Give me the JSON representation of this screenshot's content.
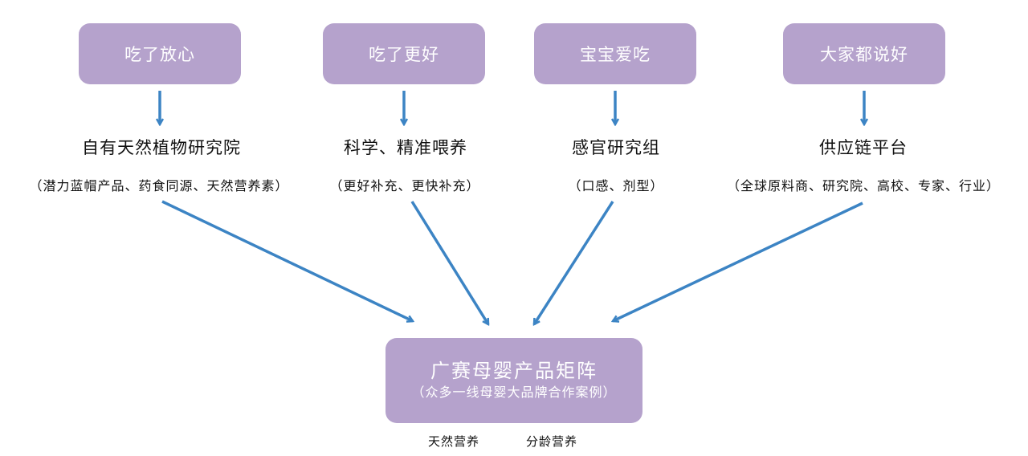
{
  "columns": [
    {
      "box": "吃了放心",
      "title": "自有天然植物研究院",
      "sub": "（潜力蓝帽产品、药食同源、天然营养素）"
    },
    {
      "box": "吃了更好",
      "title": "科学、精准喂养",
      "sub": "（更好补充、更快补充）"
    },
    {
      "box": "宝宝爱吃",
      "title": "感官研究组",
      "sub": "（口感、剂型）"
    },
    {
      "box": "大家都说好",
      "title": "供应链平台",
      "sub": "（全球原料商、研究院、高校、专家、行业）"
    }
  ],
  "result": {
    "title": "广赛母婴产品矩阵",
    "sub": "（众多一线母婴大品牌合作案例）"
  },
  "tags": [
    "天然营养",
    "分龄营养"
  ],
  "colors": {
    "box_fill": "#b5a2cc",
    "arrow": "#3c84c4",
    "box_text": "#ffffff"
  }
}
